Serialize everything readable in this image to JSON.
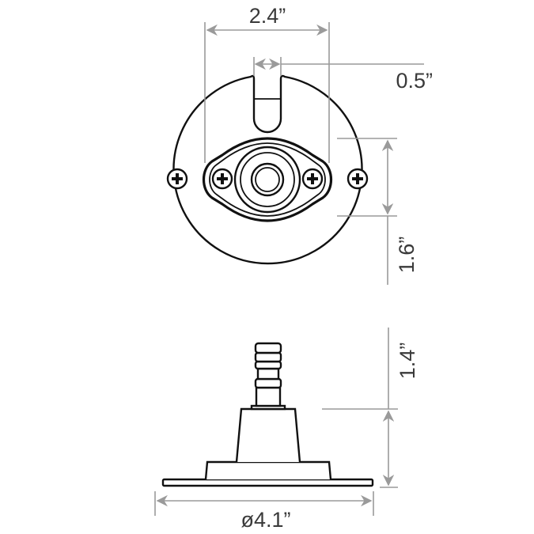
{
  "diagram": {
    "title": "Mounting base technical drawing",
    "views": [
      {
        "name": "top-view",
        "description": "Round base plate with slot and diamond-shaped flange with 4 screws"
      },
      {
        "name": "side-view",
        "description": "Base plate with stepped boss and ribbed connector post"
      }
    ],
    "dimensions": {
      "flange_width": "2.4”",
      "slot_width": "0.5”",
      "flange_height": "1.6”",
      "post_height": "1.4”",
      "base_diameter": "ø4.1”"
    },
    "colors": {
      "outline": "#111111",
      "dimension_line": "#9a9a9a",
      "dimension_text": "#3a3a3a",
      "background": "#ffffff"
    }
  }
}
